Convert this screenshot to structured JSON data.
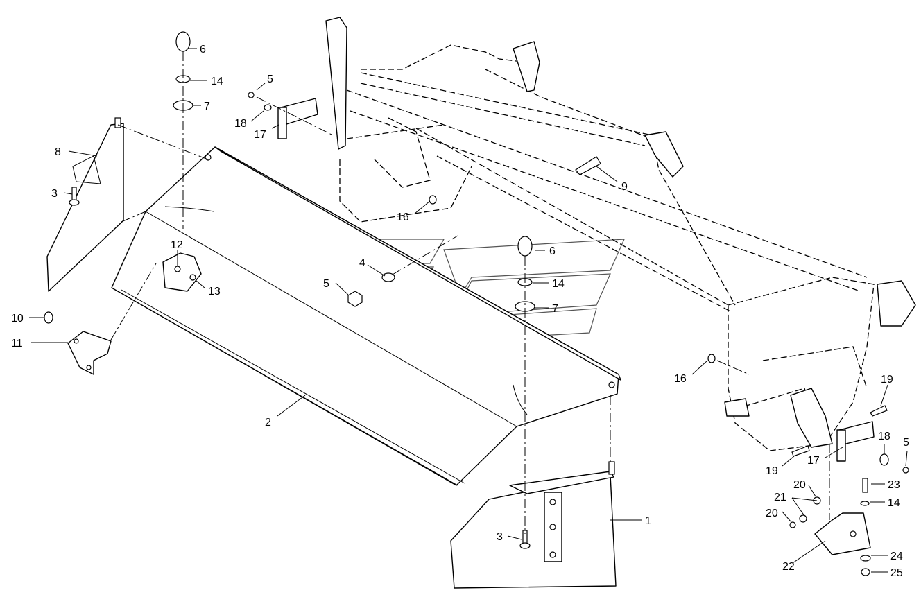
{
  "diagram": {
    "callouts": [
      {
        "id": "c1",
        "label": "1"
      },
      {
        "id": "c2",
        "label": "2"
      },
      {
        "id": "c3a",
        "label": "3"
      },
      {
        "id": "c3b",
        "label": "3"
      },
      {
        "id": "c4",
        "label": "4"
      },
      {
        "id": "c5a",
        "label": "5"
      },
      {
        "id": "c5b",
        "label": "5"
      },
      {
        "id": "c5c",
        "label": "5"
      },
      {
        "id": "c6a",
        "label": "6"
      },
      {
        "id": "c6b",
        "label": "6"
      },
      {
        "id": "c7a",
        "label": "7"
      },
      {
        "id": "c7b",
        "label": "7"
      },
      {
        "id": "c8",
        "label": "8"
      },
      {
        "id": "c9",
        "label": "9"
      },
      {
        "id": "c10",
        "label": "10"
      },
      {
        "id": "c11",
        "label": "11"
      },
      {
        "id": "c12",
        "label": "12"
      },
      {
        "id": "c13",
        "label": "13"
      },
      {
        "id": "c14a",
        "label": "14"
      },
      {
        "id": "c14b",
        "label": "14"
      },
      {
        "id": "c14c",
        "label": "14"
      },
      {
        "id": "c16a",
        "label": "16"
      },
      {
        "id": "c16b",
        "label": "16"
      },
      {
        "id": "c17a",
        "label": "17"
      },
      {
        "id": "c17b",
        "label": "17"
      },
      {
        "id": "c18a",
        "label": "18"
      },
      {
        "id": "c18b",
        "label": "18"
      },
      {
        "id": "c19a",
        "label": "19"
      },
      {
        "id": "c19b",
        "label": "19"
      },
      {
        "id": "c20a",
        "label": "20"
      },
      {
        "id": "c20b",
        "label": "20"
      },
      {
        "id": "c21",
        "label": "21"
      },
      {
        "id": "c22",
        "label": "22"
      },
      {
        "id": "c23",
        "label": "23"
      },
      {
        "id": "c24",
        "label": "24"
      },
      {
        "id": "c25",
        "label": "25"
      }
    ]
  }
}
